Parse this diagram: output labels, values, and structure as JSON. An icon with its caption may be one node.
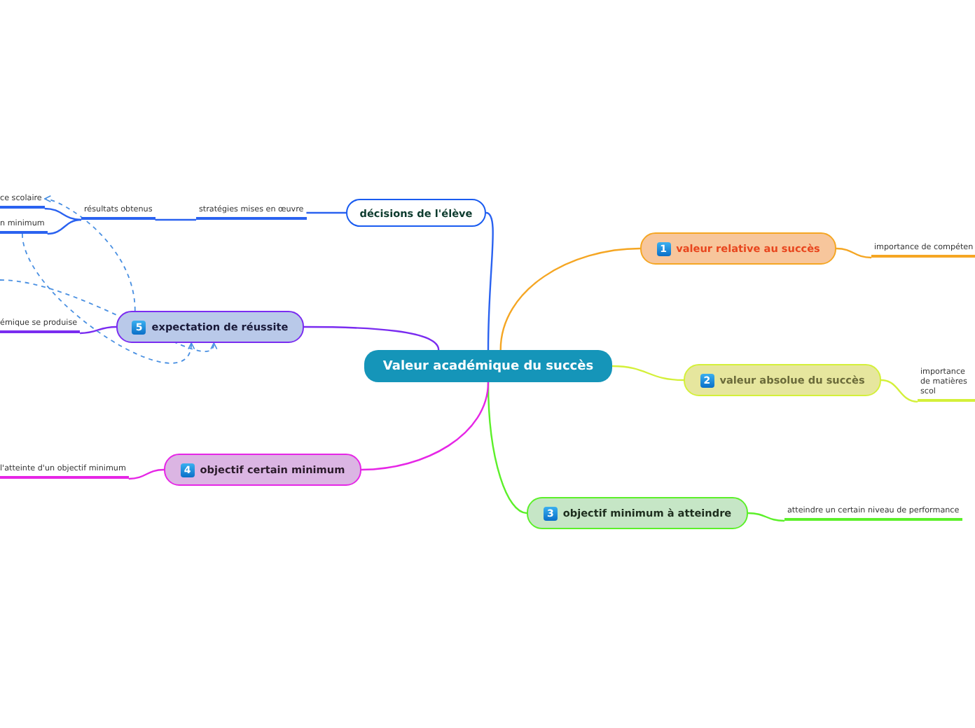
{
  "diagram": {
    "nodes": [
      {
        "text": [
          "Valeur académique du succès"
        ]
      },
      {
        "text": [
          "décisions de l'élève"
        ]
      },
      {
        "text": [
          "stratégies mises en œuvre"
        ]
      },
      {
        "text": [
          "résultats obtenus"
        ]
      },
      {
        "text": [
          "ce scolaire"
        ]
      },
      {
        "text": [
          "n minimum"
        ]
      },
      {
        "text": [
          "1",
          "valeur relative au succès"
        ]
      },
      {
        "text": [
          "importance de compéten"
        ]
      },
      {
        "text": [
          "2",
          "valeur absolue du succès"
        ]
      },
      {
        "text": [
          "importance de matières scol"
        ]
      },
      {
        "text": [
          "3",
          "objectif minimum à atteindre"
        ]
      },
      {
        "text": [
          "atteindre un certain niveau de performance"
        ]
      },
      {
        "text": [
          "4",
          "objectif certain minimum"
        ]
      },
      {
        "text": [
          "l'atteinte d'un objectif minimum"
        ]
      },
      {
        "text": [
          "5",
          "expectation de réussite"
        ]
      },
      {
        "text": [
          "émique se produise"
        ]
      }
    ],
    "edges": [
      {
        "from": 0,
        "to": 1,
        "arrow": "none"
      },
      {
        "from": 1,
        "to": 2,
        "arrow": "none"
      },
      {
        "from": 2,
        "to": 3,
        "arrow": "none"
      },
      {
        "from": 3,
        "to": 4,
        "arrow": "none"
      },
      {
        "from": 3,
        "to": 5,
        "arrow": "none"
      },
      {
        "from": 0,
        "to": 6,
        "arrow": "none",
        "color": "#f5a623"
      },
      {
        "from": 6,
        "to": 7,
        "arrow": "none",
        "color": "#f5a623"
      },
      {
        "from": 0,
        "to": 8,
        "arrow": "none",
        "color": "#d4f03a"
      },
      {
        "from": 8,
        "to": 9,
        "arrow": "none",
        "color": "#d4f03a"
      },
      {
        "from": 0,
        "to": 10,
        "arrow": "none",
        "color": "#5cf02a"
      },
      {
        "from": 10,
        "to": 11,
        "arrow": "none",
        "color": "#5cf02a"
      },
      {
        "from": 0,
        "to": 12,
        "arrow": "none",
        "color": "#e626e6"
      },
      {
        "from": 12,
        "to": 13,
        "arrow": "none",
        "color": "#e626e6"
      },
      {
        "from": 0,
        "to": 14,
        "arrow": "none",
        "color": "#7a2cf0"
      },
      {
        "from": 14,
        "to": 15,
        "arrow": "none",
        "color": "#7a2cf0"
      },
      {
        "from": 5,
        "to": 14,
        "arrow": "to",
        "style": "dashed",
        "color": "#4a90e2"
      },
      {
        "from": null,
        "to": 14,
        "arrow": "to",
        "style": "dashed",
        "color": "#4a90e2"
      },
      {
        "from": 14,
        "to": 4,
        "arrow": "to",
        "style": "dashed",
        "color": "#4a90e2"
      }
    ]
  }
}
